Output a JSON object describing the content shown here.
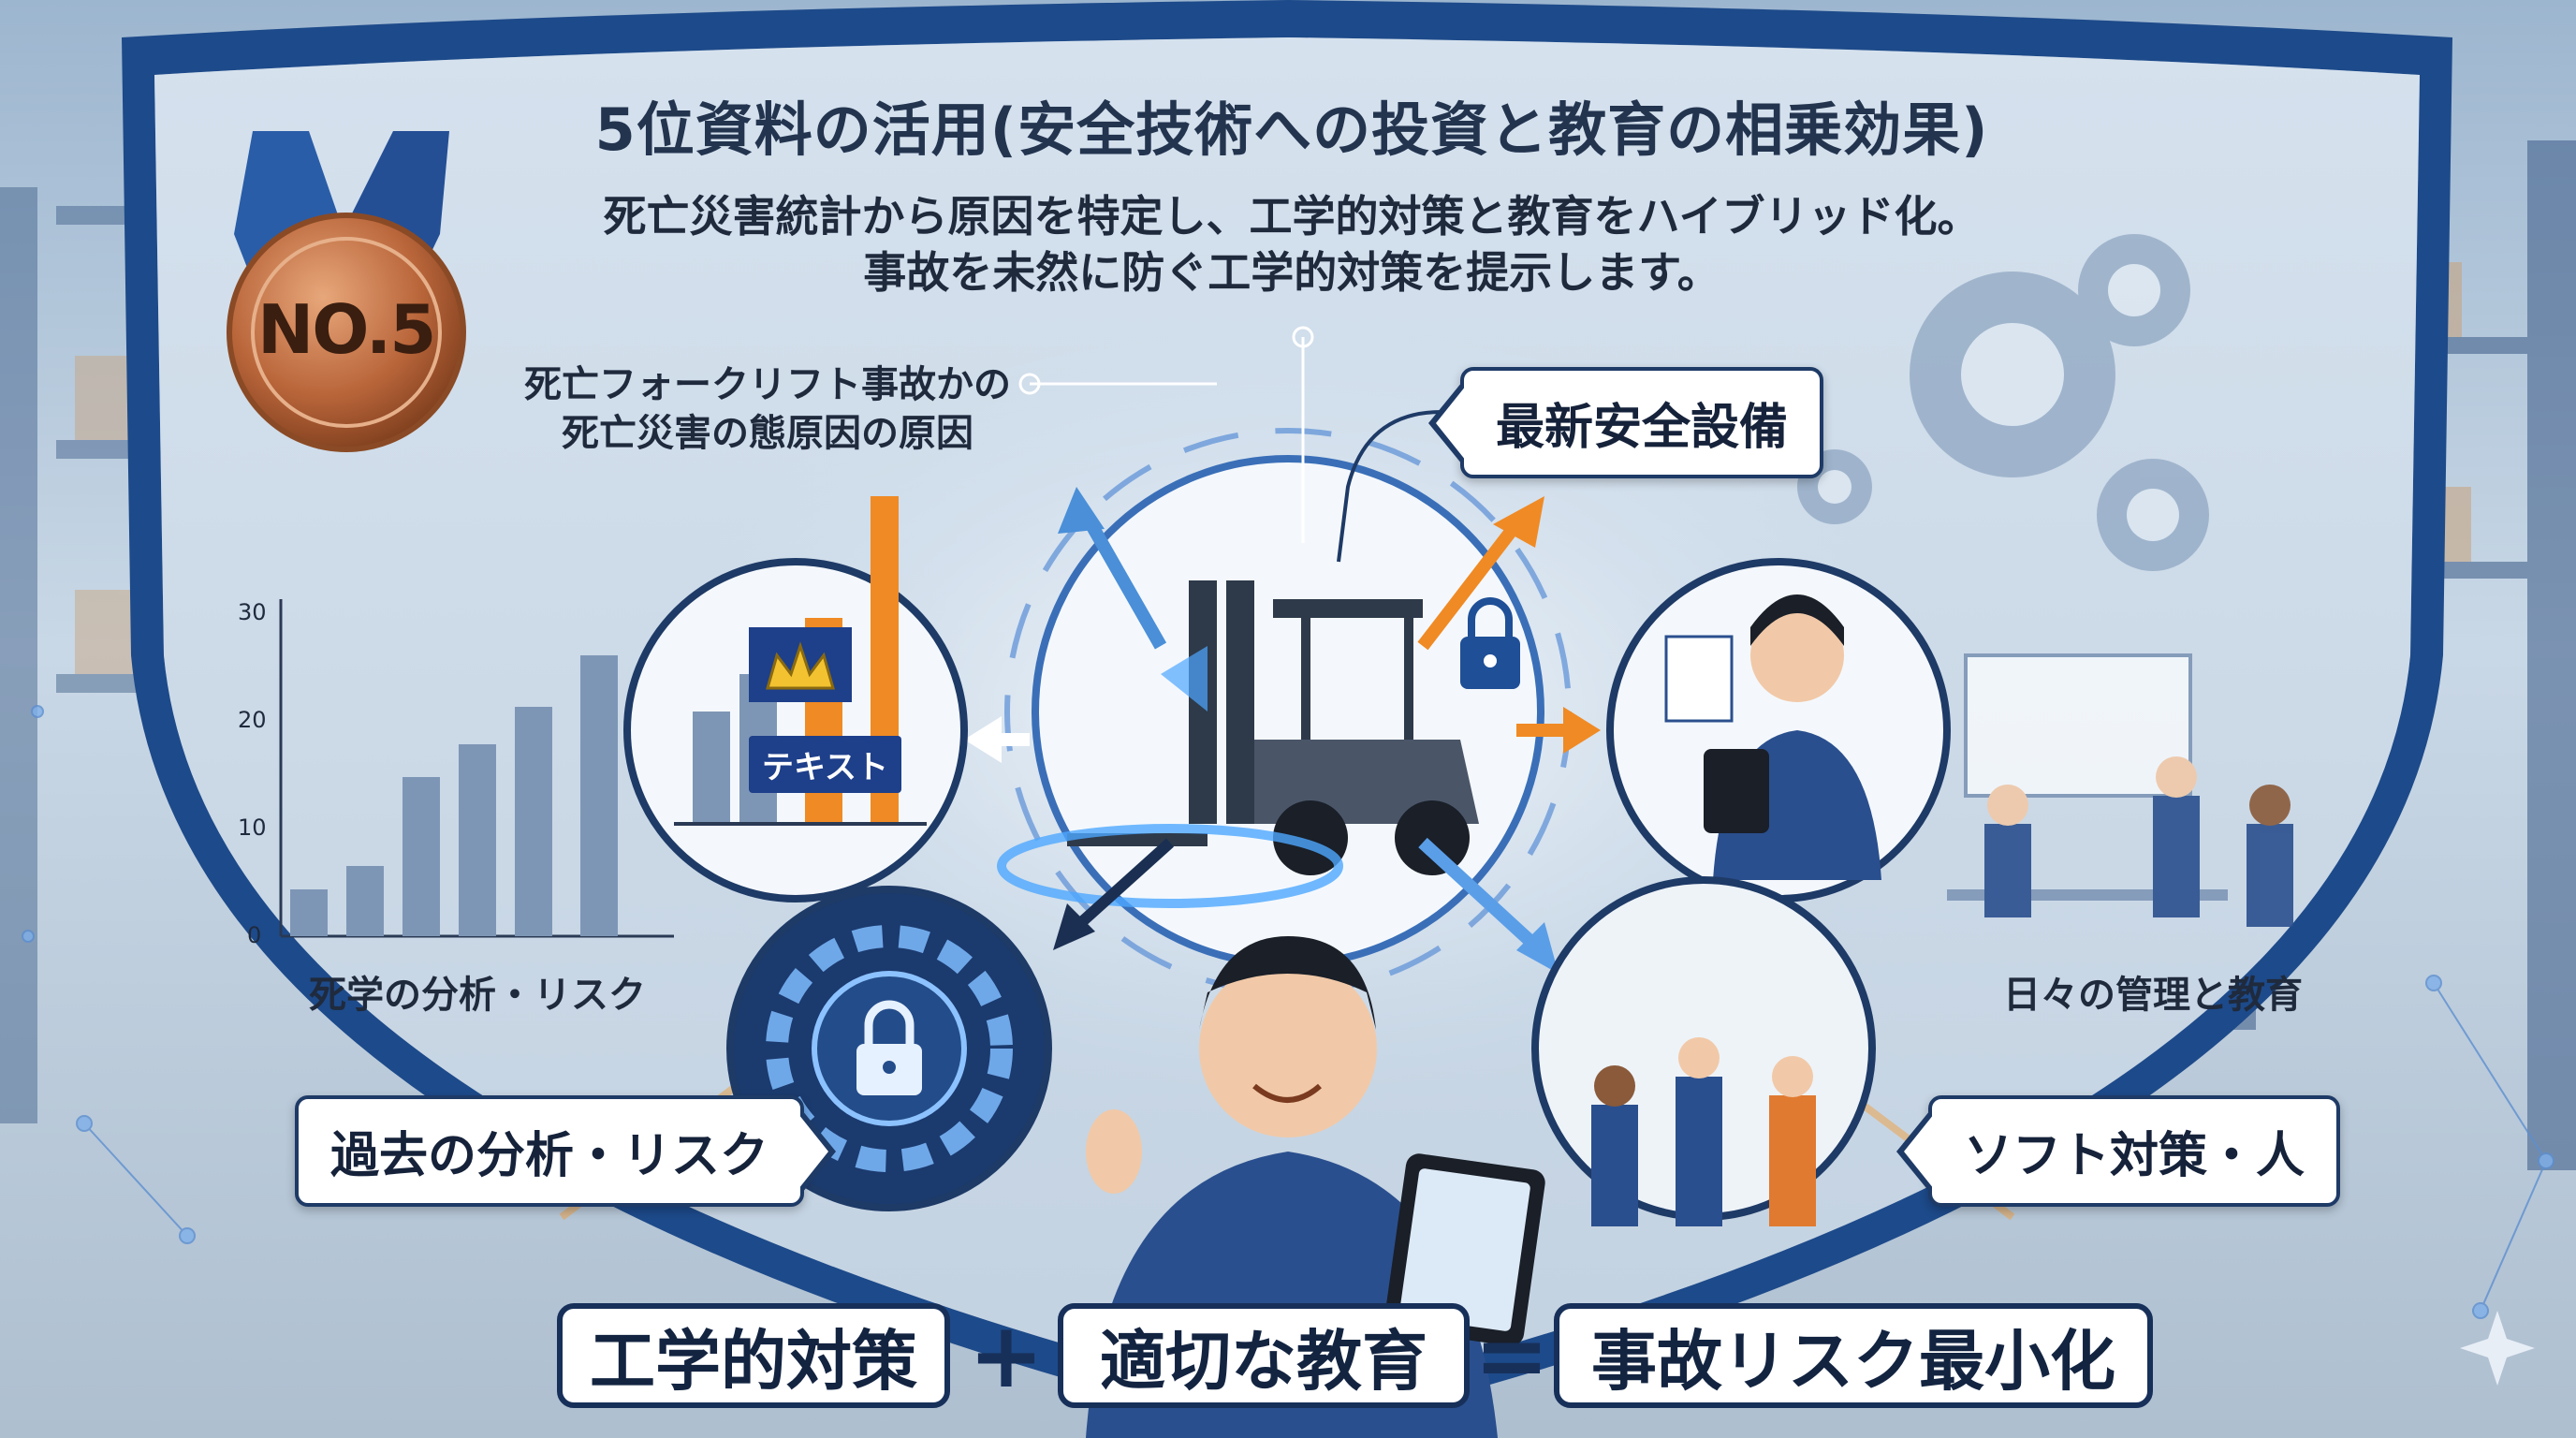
{
  "title": "5位資料の活用(安全技術への投資と教育の相乗効果)",
  "subtitle_lines": [
    "死亡災害統計から原因を特定し、工学的対策と教育をハイブリッド化。",
    "事故を未然に防ぐ工学的対策を提示します。"
  ],
  "badge": "NO.5",
  "labels": {
    "cause_lines": [
      "死亡フォークリフト事故かの",
      "死亡災害の態原因の原因"
    ],
    "chart_caption": "死学の分析・リスク",
    "text_chip": "テキスト",
    "management": "日々の管理と教育"
  },
  "tags": {
    "safety_equipment": "最新安全設備",
    "past_analysis": "過去の分析・リスク",
    "soft_measures": "ソフト対策・人"
  },
  "formula": {
    "term1": "工学的対策",
    "plus": "+",
    "term2": "適切な教育",
    "equals": "=",
    "result": "事故リスク最小化"
  },
  "chart_data": {
    "type": "bar",
    "y_ticks": [
      "0",
      "10",
      "20",
      "30"
    ],
    "ylim": [
      0,
      30
    ],
    "values": [
      4,
      6,
      15,
      18,
      22,
      25
    ]
  },
  "colors": {
    "navy": "#17305a",
    "accent_orange": "#f08a24",
    "bronze": "#b9653a",
    "glow_blue": "#4ea7ff"
  },
  "icons": [
    "medal-icon",
    "forklift-icon",
    "lock-icon",
    "gear-icon",
    "crown-icon",
    "tablet-icon"
  ]
}
